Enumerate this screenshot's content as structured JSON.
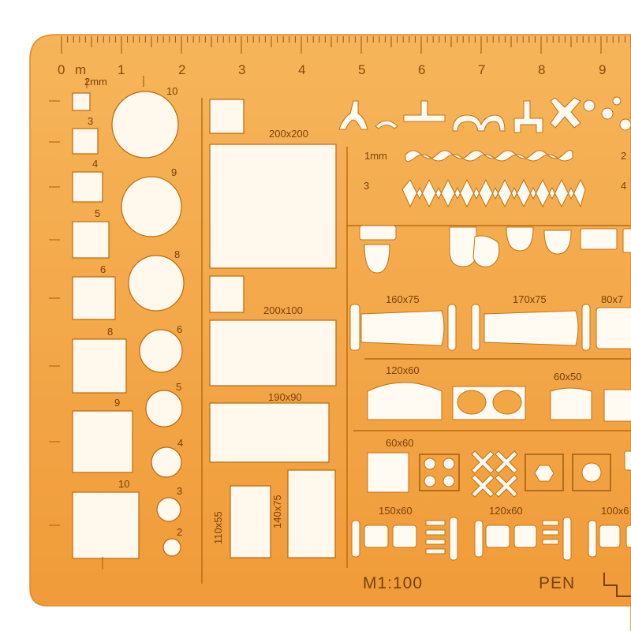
{
  "ruler": {
    "unit": "m",
    "numbers": [
      "0",
      "1",
      "2",
      "3",
      "4",
      "5",
      "6",
      "7",
      "8",
      "9"
    ]
  },
  "square_sizes": [
    "2mm",
    "3",
    "4",
    "5",
    "6",
    "8",
    "9",
    "10"
  ],
  "circle_sizes": [
    "10",
    "9",
    "8",
    "6",
    "5",
    "4",
    "3",
    "2"
  ],
  "rect_labels": {
    "r200x200": "200x200",
    "r200x100": "200x100",
    "r190x90": "190x90",
    "r110x55": "110x55",
    "r140x75": "140x75"
  },
  "line_samples": {
    "w1": "1mm",
    "w3": "3",
    "w2": "2",
    "w4": "4"
  },
  "furniture_labels": {
    "b160x75": "160x75",
    "b170x75": "170x75",
    "b80x7": "80x7",
    "s120x60": "120x60",
    "s60x50": "60x50",
    "s60x60": "60x60",
    "t150x60": "150x60",
    "t120x60": "120x60",
    "t100x6": "100x6"
  },
  "footer": {
    "scale": "M1:100",
    "pen": "PEN"
  },
  "colors": {
    "background": "#ffffff",
    "plastic": "#f3a646",
    "plastic_edge": "#e08a26",
    "ink": "#8a4a08"
  }
}
